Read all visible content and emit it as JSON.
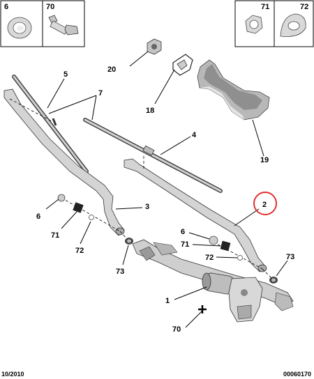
{
  "header_boxes": {
    "left": [
      {
        "label": "6",
        "icon": "washer-icon"
      },
      {
        "label": "70",
        "icon": "bolt-icon"
      }
    ],
    "right": [
      {
        "label": "71",
        "icon": "nut-icon"
      },
      {
        "label": "72",
        "icon": "spacer-icon"
      }
    ]
  },
  "callouts": {
    "c5": "5",
    "c7": "7",
    "c20": "20",
    "c18": "18",
    "c19": "19",
    "c4": "4",
    "c2": "2",
    "c6a": "6",
    "c71a": "71",
    "c72a": "72",
    "c3": "3",
    "c73a": "73",
    "c6b": "6",
    "c71b": "71",
    "c72b": "72",
    "c73b": "73",
    "c1": "1",
    "c70": "70"
  },
  "highlight_color": "#e03030",
  "footer": {
    "date": "10/2010",
    "reference": "00060170"
  }
}
